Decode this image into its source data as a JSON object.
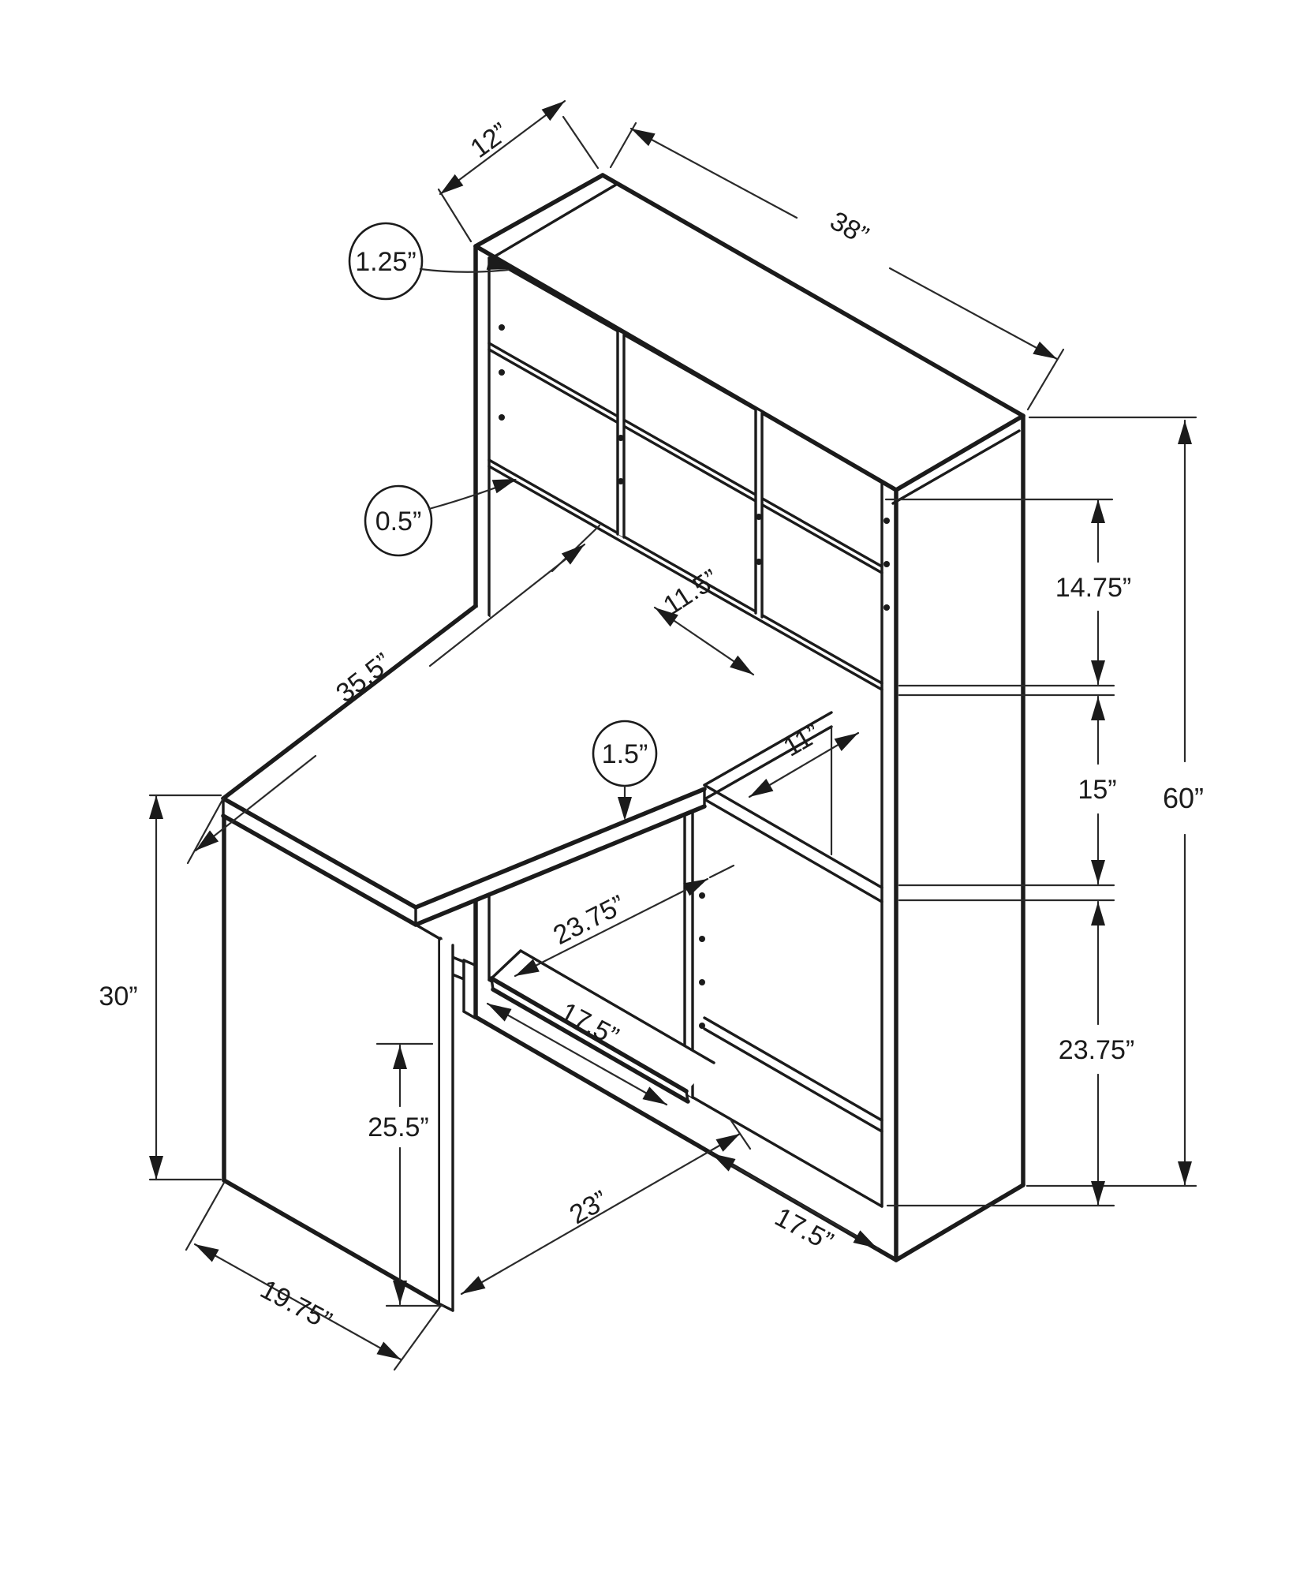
{
  "drawing": {
    "figure": "Corner computer desk with bookcase - dimensioned line drawing",
    "units": "inches",
    "line_color": "#1b1b1b",
    "background": "#ffffff",
    "dims": {
      "top_depth": "12”",
      "top_width": "38”",
      "top_panel_thickness": "1.25”",
      "shelf_thickness": "0.5”",
      "cubby_shelf_depth": "11.5”",
      "desk_length": "35.5”",
      "upper_section_height": "14.75”",
      "middle_section_height": "15”",
      "overall_height": "60”",
      "desktop_thickness": "1.5”",
      "side_shelf_depth": "11”",
      "desk_height": "30”",
      "lower_section_height": "23.75”",
      "tray_depth": "23.75”",
      "tray_width": "17.5”",
      "lower_shelf_width": "17.5”",
      "underdesk_clearance": "25.5”",
      "desk_bottom_depth": "23”",
      "side_panel_depth": "19.75”"
    }
  }
}
